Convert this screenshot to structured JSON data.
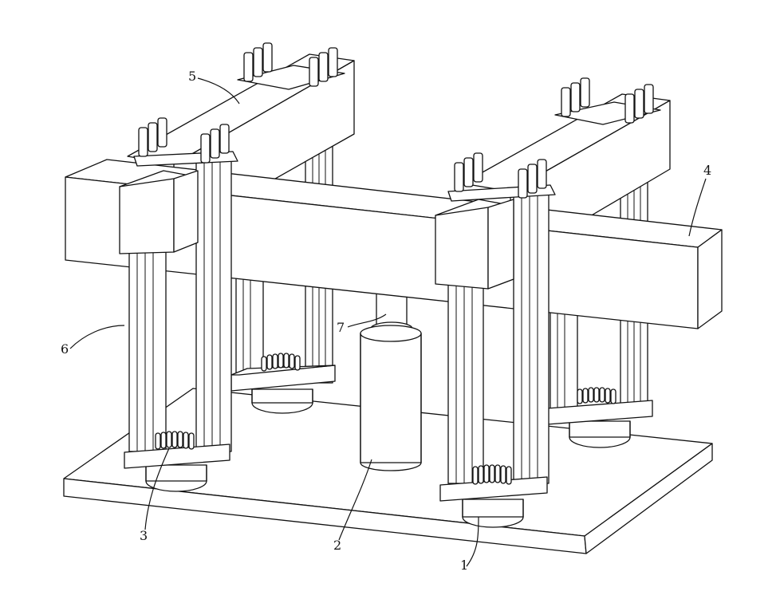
{
  "figure": {
    "callouts": {
      "c1": "1",
      "c2": "2",
      "c3": "3",
      "c4": "4",
      "c5": "5",
      "c6": "6",
      "c7": "7"
    }
  }
}
